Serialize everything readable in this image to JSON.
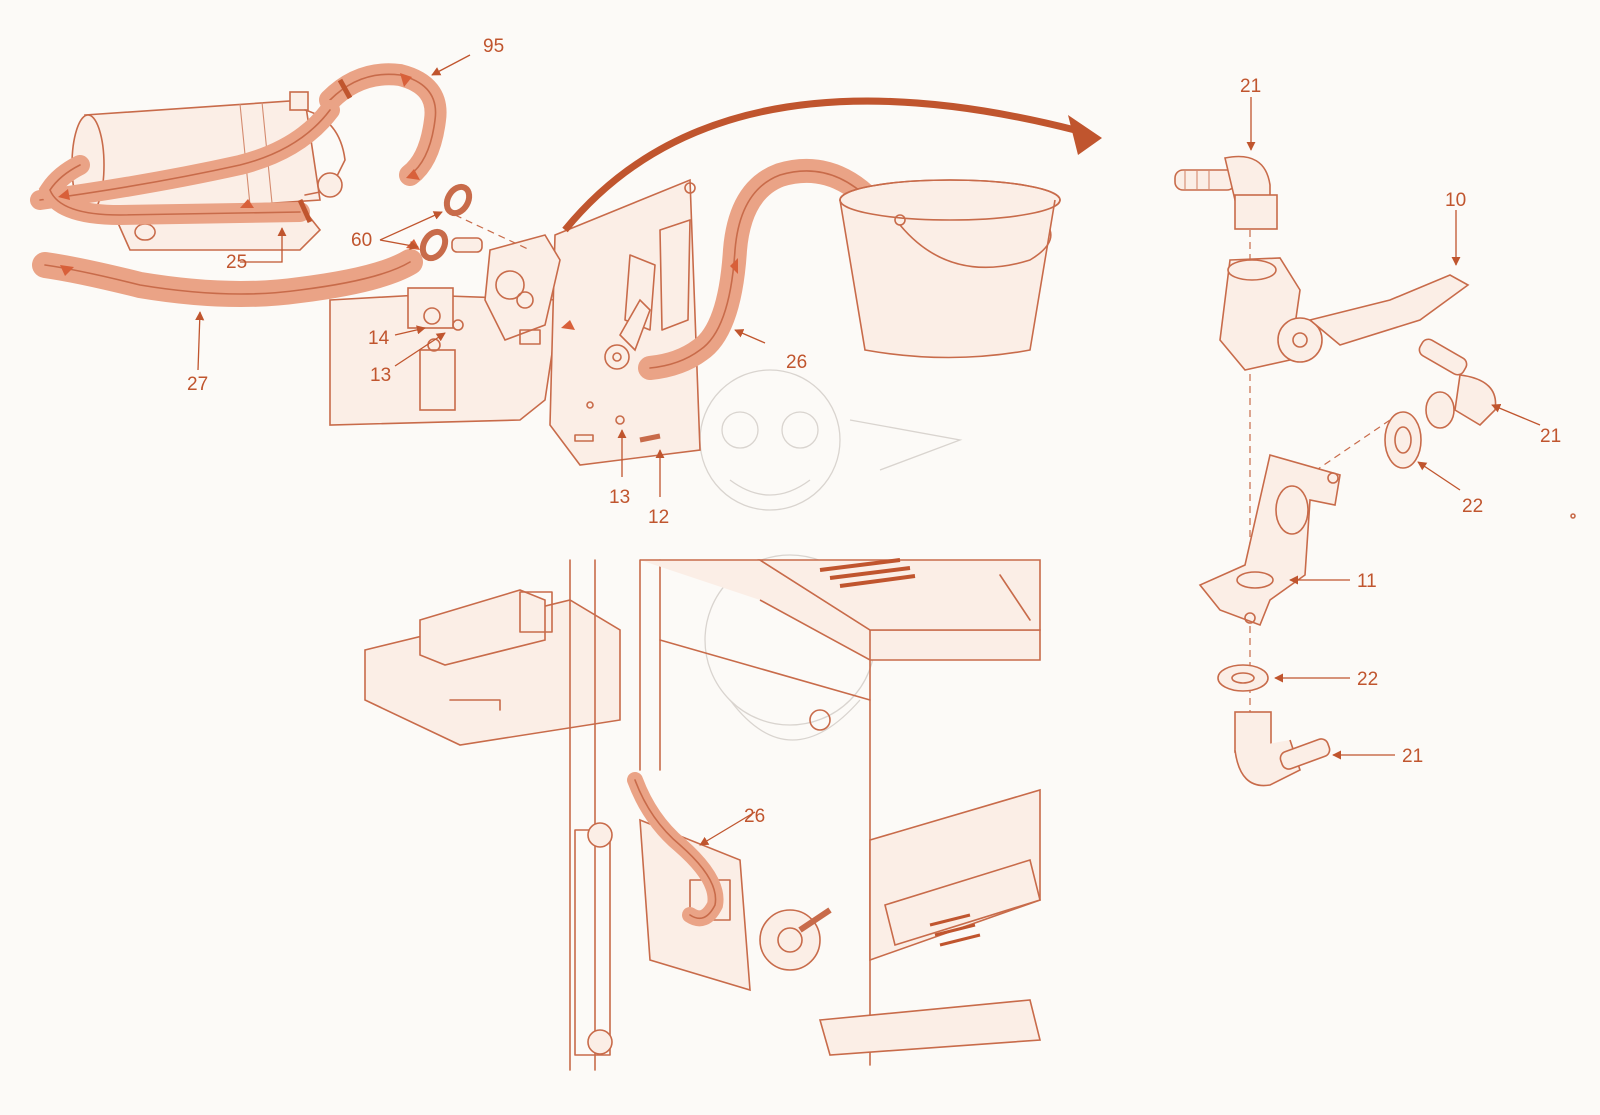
{
  "diagram": {
    "callouts": {
      "hose_return": "95",
      "o_rings": "60",
      "hose_pump": "25",
      "hose_inlet": "27",
      "nut_small": "14",
      "washer_upper": "13",
      "washer_lower": "13",
      "screw": "12",
      "drain_hose_top": "26",
      "drain_hose_bottom": "26",
      "elbow_top": "21",
      "valve_handle": "10",
      "elbow_right": "21",
      "washer_right": "22",
      "bracket": "11",
      "washer_bottom": "22",
      "elbow_bottom": "21"
    },
    "colors": {
      "line": "#c86b4a",
      "label": "#c0552e",
      "hose_fill": "#f1b9a0",
      "background": "#fcfaf7"
    }
  }
}
